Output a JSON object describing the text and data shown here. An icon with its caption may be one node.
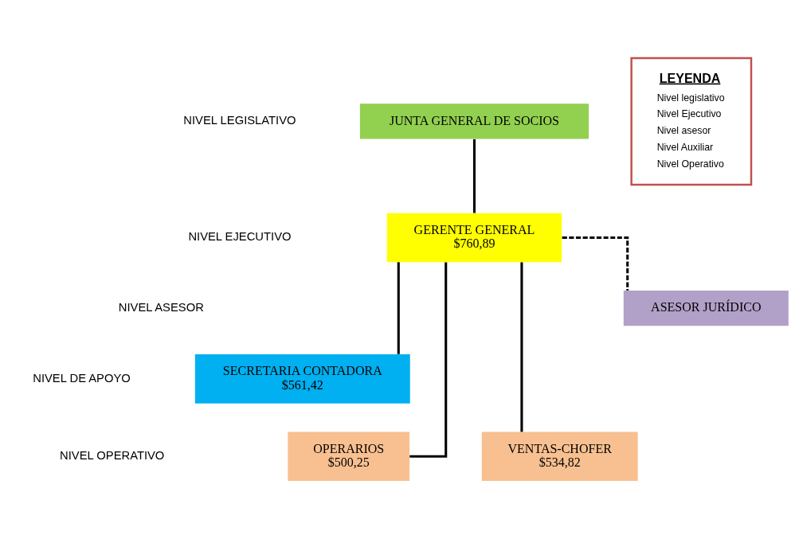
{
  "diagram": {
    "nodes": [
      {
        "text": [
          "JUNTA GENERAL DE SOCIOS"
        ]
      },
      {
        "text": [
          "GERENTE GENERAL",
          "$760,89"
        ]
      },
      {
        "text": [
          "ASESOR JURÍDICO"
        ]
      },
      {
        "text": [
          "SECRETARIA CONTADORA",
          "$561,42"
        ]
      },
      {
        "text": [
          "OPERARIOS",
          "$500,25"
        ]
      },
      {
        "text": [
          "VENTAS-CHOFER",
          "$534,82"
        ]
      },
      {
        "text": [
          "LEYENDA",
          "Nivel legislativo",
          "Nivel Ejecutivo",
          "Nivel asesor",
          "Nivel Auxiliar",
          "Nivel Operativo"
        ]
      }
    ],
    "edges": [
      {
        "from": 0,
        "to": 1,
        "arrow": "none"
      },
      {
        "from": 1,
        "to": 2,
        "arrow": "none",
        "style": "dashed"
      },
      {
        "from": 1,
        "to": 3,
        "arrow": "none"
      },
      {
        "from": 1,
        "to": 4,
        "arrow": "none"
      },
      {
        "from": 1,
        "to": 5,
        "arrow": "none"
      }
    ],
    "labels": [
      "NIVEL LEGISLATIVO",
      "NIVEL EJECUTIVO",
      "NIVEL ASESOR",
      "NIVEL DE APOYO",
      "NIVEL OPERATIVO"
    ]
  }
}
